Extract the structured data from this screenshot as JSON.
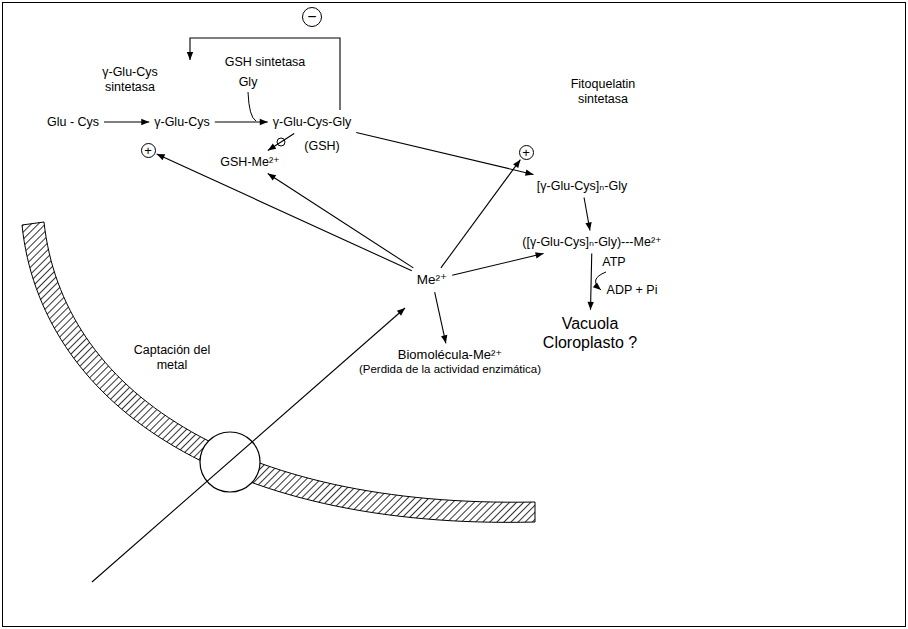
{
  "diagram": {
    "nodes": [
      {
        "text": [
          "−"
        ]
      },
      {
        "text": [
          "Glu - Cys"
        ]
      },
      {
        "text": [
          "γ-Glu-Cys"
        ]
      },
      {
        "text": [
          "γ-Glu-Cys-Gly"
        ]
      },
      {
        "text": [
          "+"
        ]
      },
      {
        "text": [
          "GSH-Me²⁺"
        ]
      },
      {
        "text": [
          "+"
        ]
      },
      {
        "text": [
          "[γ-Glu-Cys]ₙ-Gly"
        ]
      },
      {
        "text": [
          "([γ-Glu-Cys]ₙ-Gly)---Me²⁺"
        ]
      },
      {
        "text": [
          "Me²⁺"
        ]
      },
      {
        "text": [
          "Vacuola",
          "Cloroplasto ?"
        ]
      },
      {
        "text": [
          "Biomolécula-Me²⁺",
          "(Perdida de la actividad enzimática)"
        ]
      }
    ],
    "edges": [
      {
        "from": 1,
        "to": 2,
        "arrow": "to"
      },
      {
        "from": 2,
        "to": 3,
        "arrow": "to"
      },
      {
        "from": 3,
        "to": 5,
        "arrow": "to"
      },
      {
        "from": 3,
        "to": 7,
        "arrow": "to"
      },
      {
        "from": 7,
        "to": 8,
        "arrow": "to"
      },
      {
        "from": 8,
        "to": 10,
        "arrow": "to"
      },
      {
        "from": 9,
        "to": 4,
        "arrow": "to"
      },
      {
        "from": 9,
        "to": 5,
        "arrow": "to"
      },
      {
        "from": 9,
        "to": 6,
        "arrow": "to"
      },
      {
        "from": 9,
        "to": 8,
        "arrow": "to"
      },
      {
        "from": 9,
        "to": 11,
        "arrow": "to"
      }
    ],
    "labels": [
      "γ-Glu-Cys sintetasa",
      "GSH sintetasa",
      "Gly",
      "(GSH)",
      "Fitoquelatin sintetasa",
      "ATP",
      "ADP + Pi",
      "Captación del metal"
    ]
  }
}
